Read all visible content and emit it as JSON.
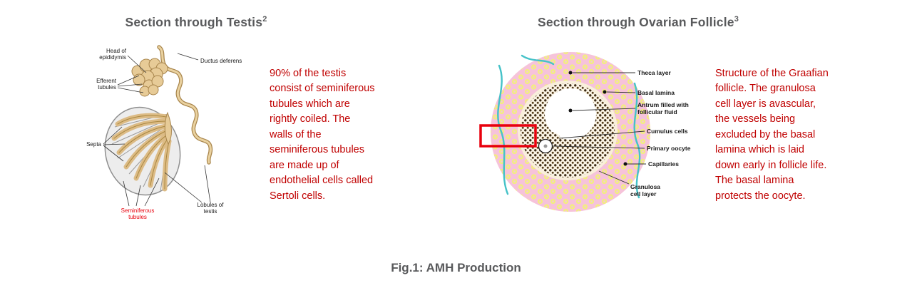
{
  "left_panel": {
    "title": "Section through Testis",
    "title_superscript": "2",
    "labels": {
      "head_of_epididymis_line1": "Head of",
      "head_of_epididymis_line2": "epididymis",
      "ductus_deferens": "Ductus deferens",
      "efferent_tubules_line1": "Efferent",
      "efferent_tubules_line2": "tubules",
      "septa": "Septa",
      "seminiferous_tubules_line1": "Seminiferous",
      "seminiferous_tubules_line2": "tubules",
      "lobules_of_testis_line1": "Lobules of",
      "lobules_of_testis_line2": "testis"
    },
    "description": "90% of the testis consist of seminiferous tubules which are rightly coiled. The walls of the seminiferous tubules are made up of endothelial cells called Sertoli cells."
  },
  "right_panel": {
    "title": "Section through Ovarian Follicle",
    "title_superscript": "3",
    "labels": {
      "theca_layer": "Theca layer",
      "basal_lamina": "Basal lamina",
      "antrum_line1": "Antrum filled with",
      "antrum_line2": "follicular fluid",
      "cumulus_cells": "Cumulus cells",
      "primary_oocyte": "Primary oocyte",
      "capillaries": "Capillaries",
      "granulosa_line1": "Granulosa",
      "granulosa_line2": "cell layer"
    },
    "description": "Structure of the Graafian follicle. The granulosa cell layer is avascular, the vessels being excluded by the basal lamina which is laid down early in follicle life. The basal lamina protects the oocyte."
  },
  "caption": "Fig.1: AMH Production",
  "colors": {
    "title_gray": "#58595b",
    "description_red": "#c00000",
    "annotation_red": "#e8000d",
    "theca_pink": "#f6c3da",
    "capillary_teal": "#45c2c8",
    "tubule_tan": "#dcbb85",
    "granulosa_brown": "#3d2c17"
  }
}
